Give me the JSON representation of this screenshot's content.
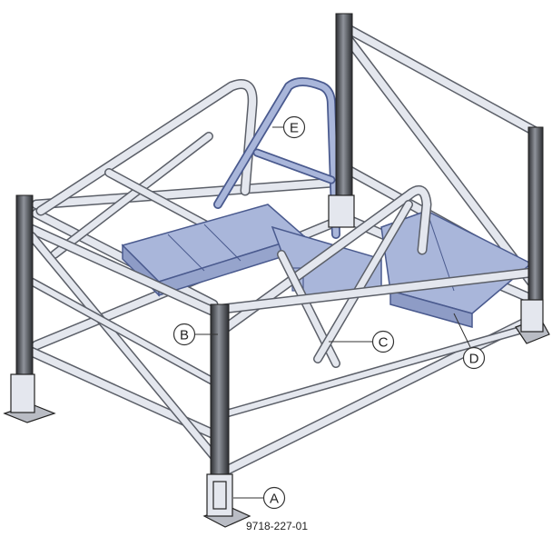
{
  "figure_id": "9718-227-01",
  "callouts": [
    {
      "key": "A",
      "label": "A"
    },
    {
      "key": "B",
      "label": "B"
    },
    {
      "key": "C",
      "label": "C"
    },
    {
      "key": "D",
      "label": "D"
    },
    {
      "key": "E",
      "label": "E"
    }
  ],
  "colors": {
    "frame_fill": "#e4e7ee",
    "frame_stroke": "#5b5f68",
    "highlight_fill": "#a9b6da",
    "highlight_stroke": "#4a5a8e",
    "post_fill": "#3b3d42",
    "post_light": "#8a8d94",
    "line": "#333333"
  }
}
